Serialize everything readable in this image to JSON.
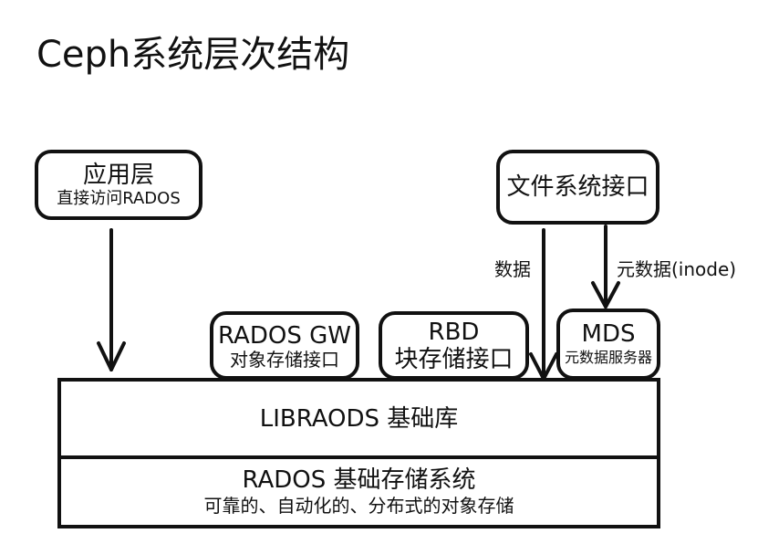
{
  "title": "Ceph系统层次结构",
  "boxes": {
    "app": {
      "main": "应用层",
      "sub": "直接访问RADOS"
    },
    "fs": {
      "main": "文件系统接口"
    },
    "radosgw": {
      "main": "RADOS GW",
      "sub": "对象存储接口"
    },
    "rbd": {
      "main": "RBD",
      "sub": "块存储接口"
    },
    "mds": {
      "main": "MDS",
      "sub": "元数据服务器"
    }
  },
  "librados": {
    "main": "LIBRAODS  基础库"
  },
  "rados": {
    "main": "RADOS  基础存储系统",
    "sub": "可靠的、自动化的、分布式的对象存储"
  },
  "edges": {
    "data": "数据",
    "metadata": "元数据(inode)"
  }
}
